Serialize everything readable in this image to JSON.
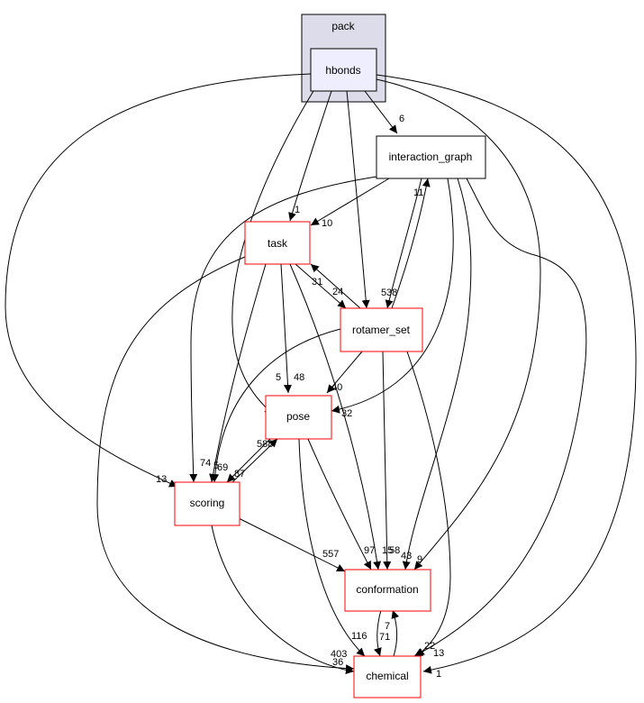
{
  "cluster": {
    "label": "pack",
    "fill": "#dcdcea",
    "stroke": "#000000"
  },
  "nodes": {
    "hbonds": {
      "label": "hbonds",
      "fill": "#eeeeff",
      "stroke": "#000000"
    },
    "interaction_graph": {
      "label": "interaction_graph",
      "fill": "#ffffff",
      "stroke": "#000000"
    },
    "task": {
      "label": "task",
      "fill": "#ffffff",
      "stroke": "#ff0000"
    },
    "rotamer_set": {
      "label": "rotamer_set",
      "fill": "#ffffff",
      "stroke": "#ff0000"
    },
    "pose": {
      "label": "pose",
      "fill": "#ffffff",
      "stroke": "#ff0000"
    },
    "scoring": {
      "label": "scoring",
      "fill": "#ffffff",
      "stroke": "#ff0000"
    },
    "conformation": {
      "label": "conformation",
      "fill": "#ffffff",
      "stroke": "#ff0000"
    },
    "chemical": {
      "label": "chemical",
      "fill": "#ffffff",
      "stroke": "#ff0000"
    }
  },
  "edges": [
    {
      "id": "hbonds-interaction_graph",
      "from": "hbonds",
      "to": "interaction_graph",
      "label": "6"
    },
    {
      "id": "hbonds-task",
      "from": "hbonds",
      "to": "task",
      "label": "1"
    },
    {
      "id": "hbonds-rotamer_set",
      "from": "hbonds",
      "to": "rotamer_set",
      "label": "5"
    },
    {
      "id": "hbonds-pose",
      "from": "hbonds",
      "to": "pose",
      "label": "5"
    },
    {
      "id": "hbonds-scoring",
      "from": "hbonds",
      "to": "scoring",
      "label": "13"
    },
    {
      "id": "hbonds-conformation",
      "from": "hbonds",
      "to": "conformation",
      "label": "9"
    },
    {
      "id": "hbonds-chemical",
      "from": "hbonds",
      "to": "chemical",
      "label": "1"
    },
    {
      "id": "interaction_graph-task",
      "from": "interaction_graph",
      "to": "task",
      "label": "10"
    },
    {
      "id": "interaction_graph-rotamer_set",
      "from": "interaction_graph",
      "to": "rotamer_set",
      "label": "38"
    },
    {
      "id": "interaction_graph-pose",
      "from": "interaction_graph",
      "to": "pose",
      "label": "32"
    },
    {
      "id": "interaction_graph-scoring",
      "from": "interaction_graph",
      "to": "scoring",
      "label": "74"
    },
    {
      "id": "interaction_graph-conformation",
      "from": "interaction_graph",
      "to": "conformation",
      "label": "43"
    },
    {
      "id": "interaction_graph-chemical",
      "from": "interaction_graph",
      "to": "chemical",
      "label": "13"
    },
    {
      "id": "task-rotamer_set",
      "from": "task",
      "to": "rotamer_set",
      "label": "24"
    },
    {
      "id": "task-pose",
      "from": "task",
      "to": "pose",
      "label": "48"
    },
    {
      "id": "task-scoring",
      "from": "task",
      "to": "scoring",
      "label": "5"
    },
    {
      "id": "task-conformation",
      "from": "task",
      "to": "conformation",
      "label": "15"
    },
    {
      "id": "task-chemical",
      "from": "task",
      "to": "chemical",
      "label": "36"
    },
    {
      "id": "rotamer_set-interaction_graph",
      "from": "rotamer_set",
      "to": "interaction_graph",
      "label": "11"
    },
    {
      "id": "rotamer_set-task",
      "from": "rotamer_set",
      "to": "task",
      "label": "31"
    },
    {
      "id": "rotamer_set-pose",
      "from": "rotamer_set",
      "to": "pose",
      "label": "40"
    },
    {
      "id": "rotamer_set-scoring",
      "from": "rotamer_set",
      "to": "scoring",
      "label": "69"
    },
    {
      "id": "rotamer_set-conformation",
      "from": "rotamer_set",
      "to": "conformation",
      "label": "58"
    },
    {
      "id": "rotamer_set-chemical",
      "from": "rotamer_set",
      "to": "chemical",
      "label": "22"
    },
    {
      "id": "pose-scoring",
      "from": "pose",
      "to": "scoring",
      "label": "87"
    },
    {
      "id": "pose-conformation",
      "from": "pose",
      "to": "conformation",
      "label": "97"
    },
    {
      "id": "pose-chemical",
      "from": "pose",
      "to": "chemical",
      "label": "116"
    },
    {
      "id": "scoring-pose",
      "from": "scoring",
      "to": "pose",
      "label": "588"
    },
    {
      "id": "scoring-conformation",
      "from": "scoring",
      "to": "conformation",
      "label": "557"
    },
    {
      "id": "scoring-chemical",
      "from": "scoring",
      "to": "chemical",
      "label": "403"
    },
    {
      "id": "conformation-chemical",
      "from": "conformation",
      "to": "chemical",
      "label": "71"
    },
    {
      "id": "chemical-conformation",
      "from": "chemical",
      "to": "conformation",
      "label": "7"
    }
  ]
}
